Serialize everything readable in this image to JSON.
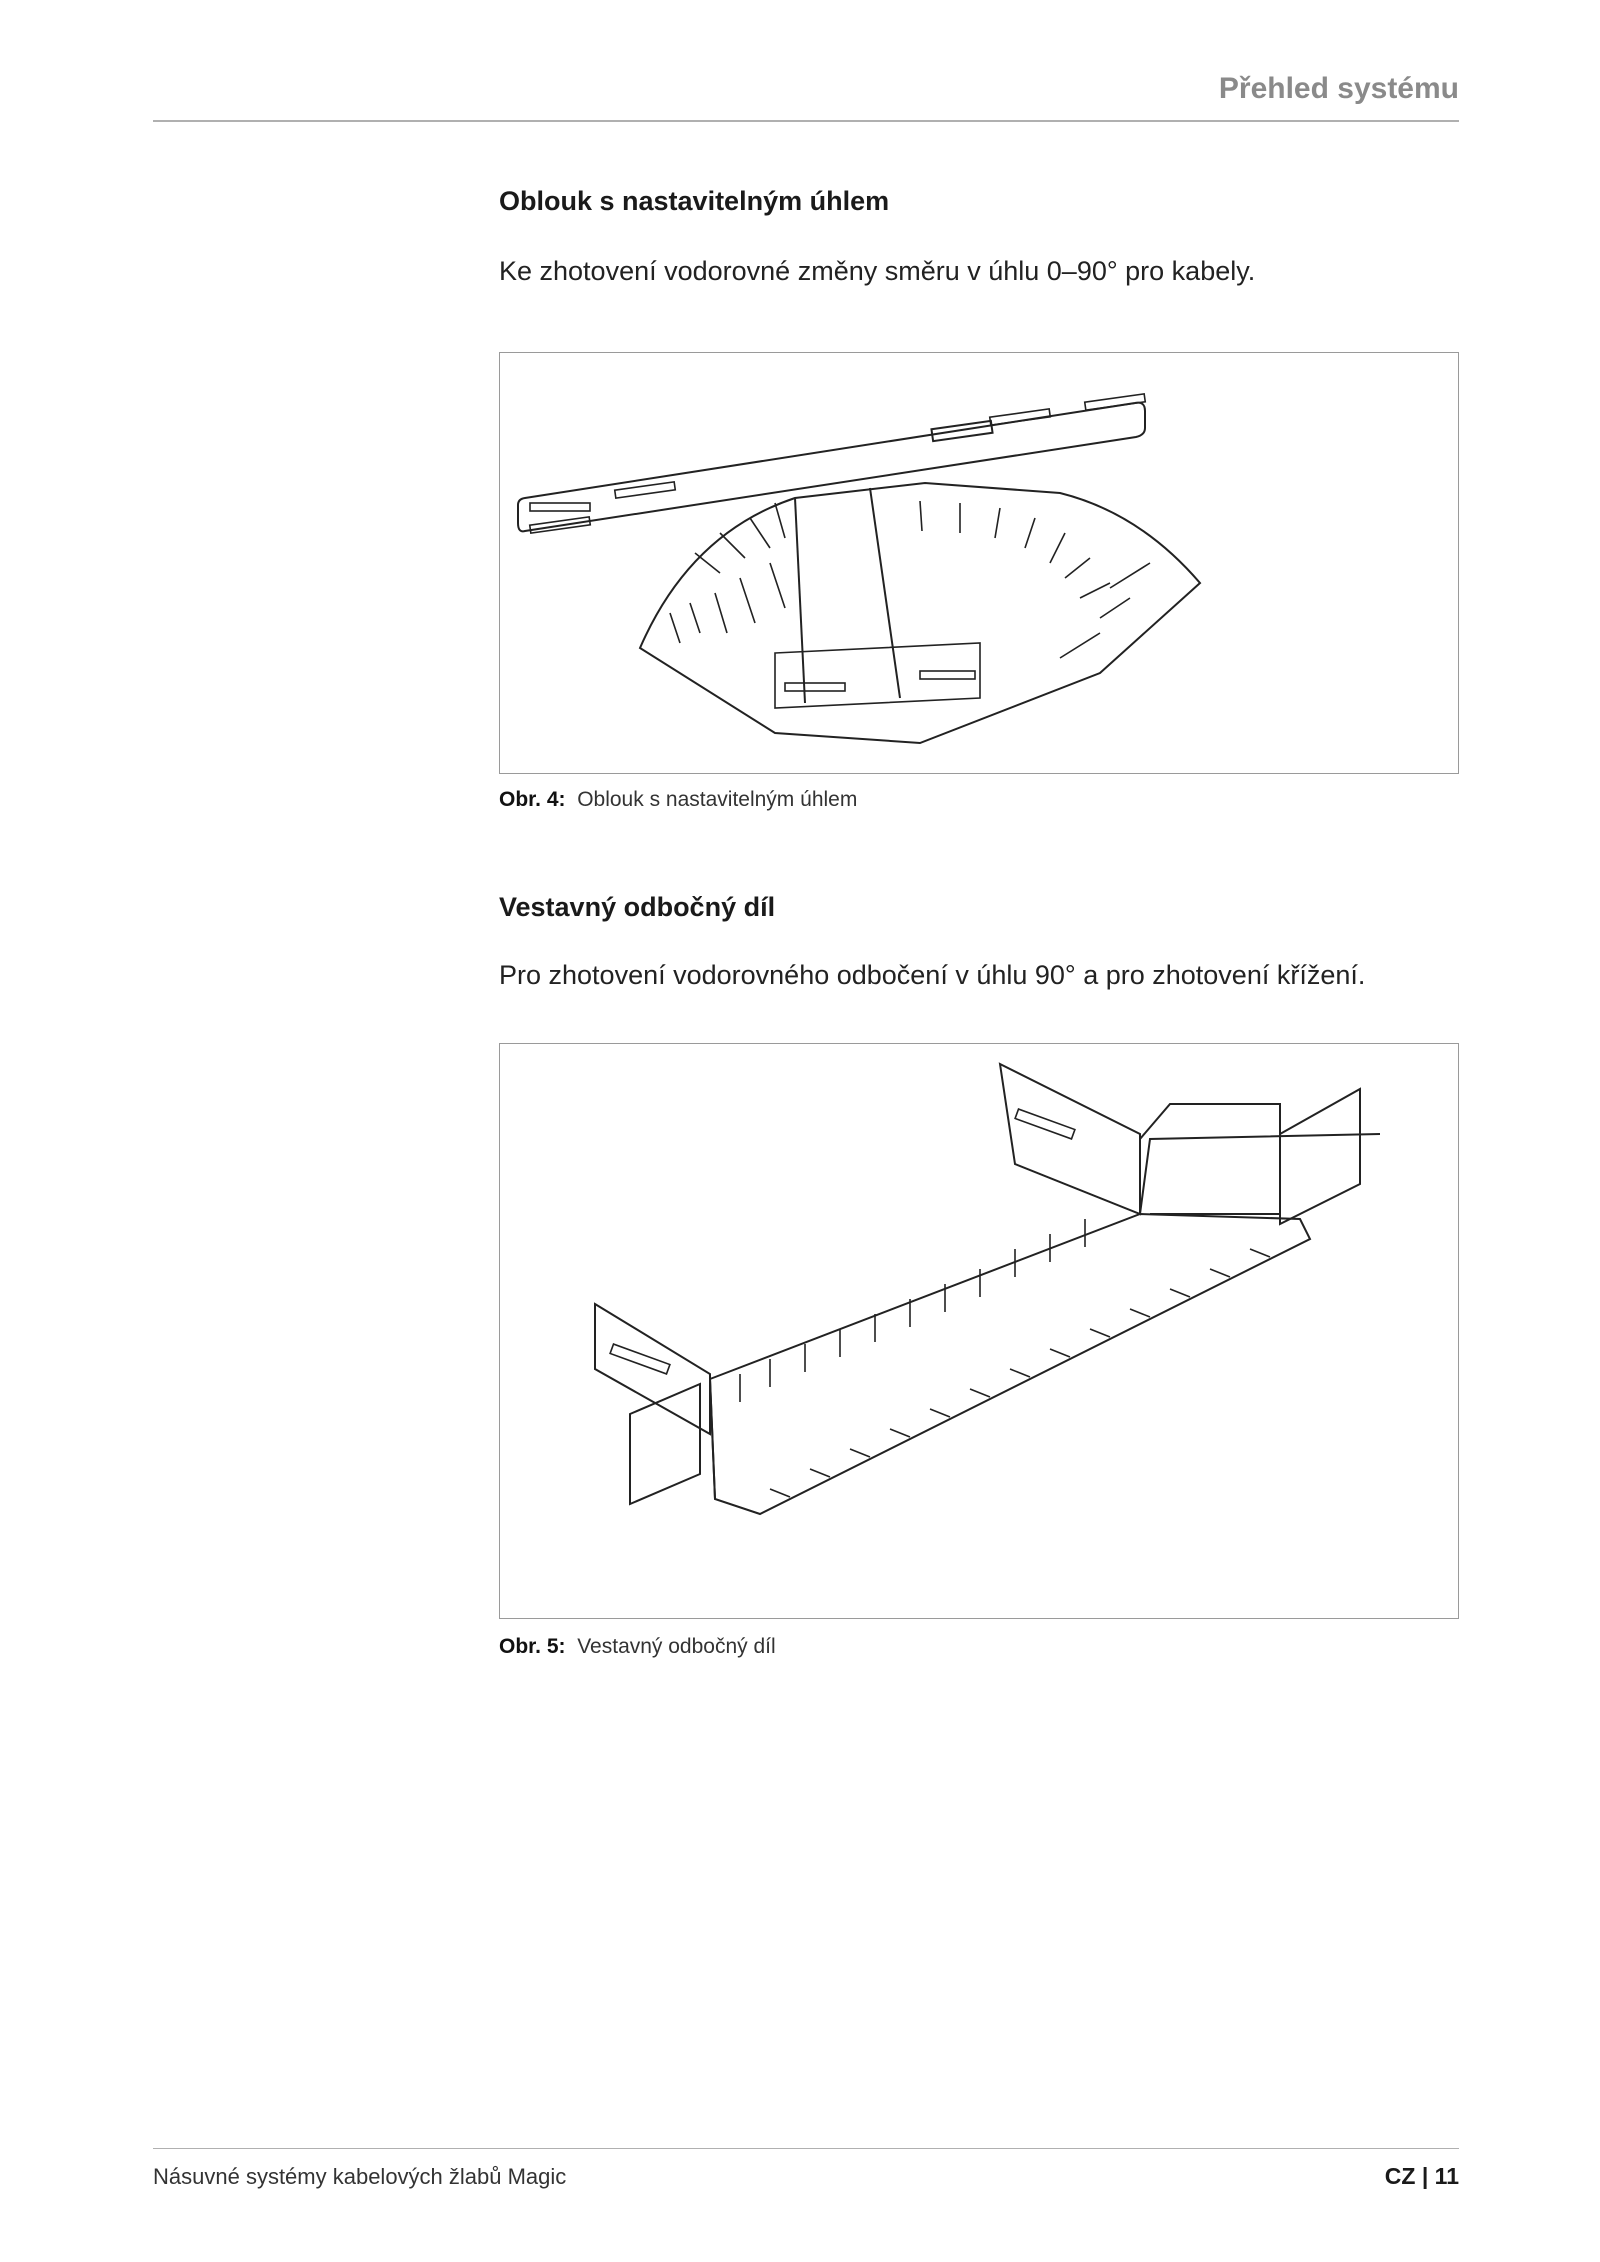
{
  "header": {
    "section_title": "Přehled systému"
  },
  "sections": [
    {
      "heading": "Oblouk s nastavitelným úhlem",
      "text": "Ke zhotovení vodorovné změny směru v úhlu 0–90° pro kabely.",
      "figure": {
        "label": "Obr. 4:",
        "caption": "Oblouk s nastavitelným úhlem"
      }
    },
    {
      "heading": "Vestavný odbočný díl",
      "text": "Pro zhotovení vodorovného odbočení v úhlu 90° a pro zhotovení křížení.",
      "figure": {
        "label": "Obr. 5:",
        "caption": "Vestavný odbočný díl"
      }
    }
  ],
  "footer": {
    "title": "Násuvné systémy kabelových žlabů Magic",
    "page": "CZ | 11"
  }
}
